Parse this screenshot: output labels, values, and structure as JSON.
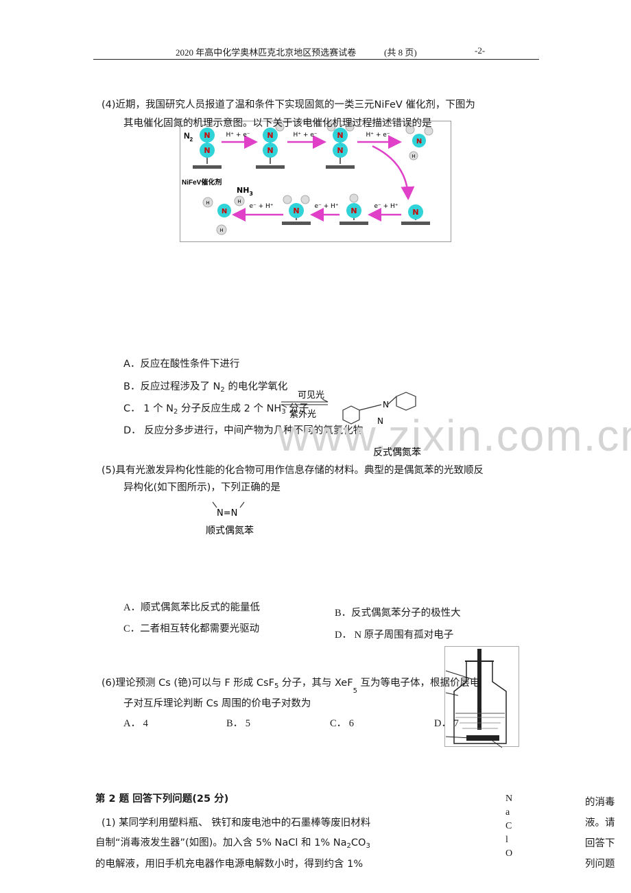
{
  "header": {
    "title": "2020 年高中化学奥林匹克北京地区预选赛试卷",
    "pages": "(共 8 页)",
    "page_no": "-2-"
  },
  "q4": {
    "line1": "(4)近期，我国研究人员报道了温和条件下实现固氮的一类三元NiFeV 催化剂，下图为",
    "line2": "其电催化固氮的机理示意图。以下关于该电催化机理过程描述错误的是",
    "figure": {
      "n2_label": "N",
      "n2_sub": "2",
      "catalyst_label": "NiFeV催化剂",
      "nh3_label": "NH",
      "nh3_sub": "3",
      "atom_n": "N",
      "atom_h": "H",
      "step_label": "H⁺ + e⁻",
      "step_label_rev": "e⁻ + H⁺",
      "colors": {
        "n_atom": "#2fd3d8",
        "arrow": "#e040c8",
        "h_atom": "#dcdcdc"
      }
    },
    "options": {
      "A": "A．反应在酸性条件下进行",
      "B_pre": "B．反应过程涉及了 N",
      "B_sub": "2",
      "B_post": " 的电化学氧化",
      "C_pre": "C．  1 个 N",
      "C_sub": "2",
      "C_mid": " 分子反应生成 2 个 NH",
      "C_sub2": "3",
      "C_post": " 分子",
      "D": "D．  反应分多步进行，中间产物为几种不同的氮氢化物"
    }
  },
  "q5": {
    "line1": "(5)具有光激发异构化性能的化合物可用作信息存储的材料。典型的是偶氮苯的光致顺反",
    "line2": "异构化(如下图所示)，下列正确的是",
    "figure": {
      "cis_label": "顺式偶氮苯",
      "trans_label": "反式偶氮苯",
      "arrow_top": "可见光",
      "arrow_bottom": "紫外光",
      "cis_formula": "N=N",
      "n_atom": "N"
    },
    "options": {
      "A": "A．顺式偶氮苯比反式的能量低",
      "B": "B．反式偶氮苯分子的极性大",
      "C": "C．二者相互转化都需要光驱动",
      "D": "D．  N 原子周围有孤对电子"
    }
  },
  "q6": {
    "line1_pre": "(6)理论预测 Cs  (铯)可以与 F 形成 CsF",
    "line1_sub": "5",
    "line1_mid": " 分子，其与 XeF",
    "line1_sub2": "5",
    "line1_post": "  互为等电子体，根据价层电",
    "line2": "子对互斥理论判断 Cs 周围的价电子对数为",
    "options": {
      "A": "A．  4",
      "B": "B．  5",
      "C": "C．  6",
      "D": "D．  7"
    }
  },
  "q2": {
    "title": "第 2 题  回答下列问题(25 分)",
    "line1": "(1) 某同学利用塑料瓶、 铁钉和废电池中的石墨棒等废旧材料",
    "line2": "自制“消毒液发生器”(如图)。加入含 5% NaCl 和 1% Na",
    "line2_sub": "2",
    "line2_sub_post": "CO",
    "line2_sub2": "3",
    "line3": "的电解液，用旧手机充电器作电源电解数小时，得到约含  1%",
    "naclo_letters": [
      "N",
      "a",
      "C",
      "l",
      "O"
    ],
    "right_col": [
      "的消毒",
      "液。请",
      "回答下",
      "列问题"
    ]
  },
  "watermark": "www.zixin.com.cn"
}
